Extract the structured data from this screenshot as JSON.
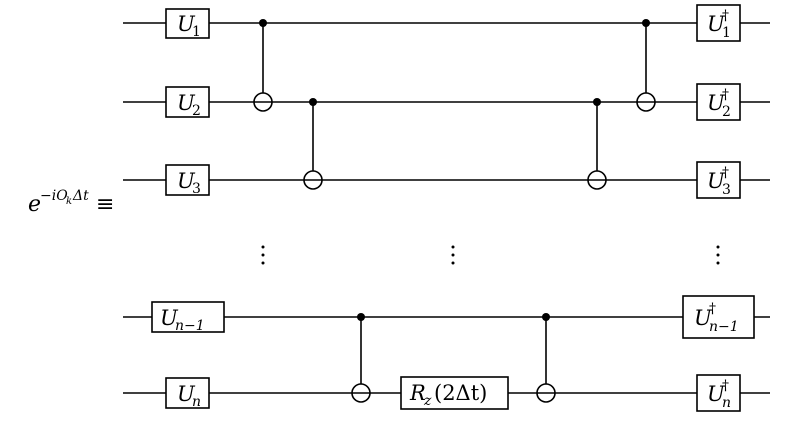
{
  "lhs": {
    "base": "e",
    "exponent": "−iO",
    "exponent_sub": "k",
    "exponent_tail": "Δt",
    "equiv": "≡"
  },
  "gates_left": [
    {
      "main": "U",
      "sub": "1"
    },
    {
      "main": "U",
      "sub": "2"
    },
    {
      "main": "U",
      "sub": "3"
    },
    {
      "main": "U",
      "sub": "n−1"
    },
    {
      "main": "U",
      "sub": "n"
    }
  ],
  "gates_right": [
    {
      "main": "U",
      "sup": "†",
      "sub": "1"
    },
    {
      "main": "U",
      "sup": "†",
      "sub": "2"
    },
    {
      "main": "U",
      "sup": "†",
      "sub": "3"
    },
    {
      "main": "U",
      "sup": "†",
      "sub": "n−1"
    },
    {
      "main": "U",
      "sup": "†",
      "sub": "n"
    }
  ],
  "rz_gate": {
    "main": "R",
    "sub": "z",
    "arg": "(2Δt)"
  }
}
